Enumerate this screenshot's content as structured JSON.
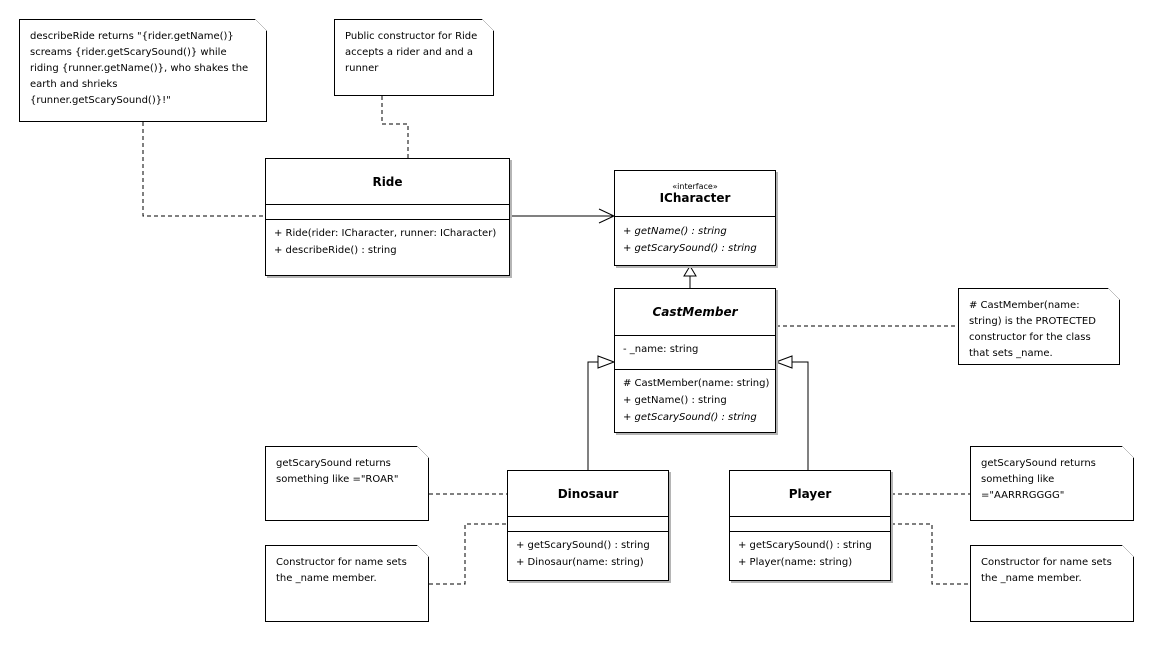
{
  "notes": {
    "describe_ride": "describeRide returns \"{rider.getName()} screams {rider.getScarySound()} while riding {runner.getName()}, who shakes the earth and shrieks {runner.getScarySound()}!\"",
    "ride_constructor": "Public constructor for Ride accepts a rider and and a runner",
    "castmember_constructor": "# CastMember(name: string) is the PROTECTED constructor for the class that sets _name.",
    "dinosaur_sound": "getScarySound returns something like =\"ROAR\"",
    "dinosaur_constructor": "Constructor for name sets the _name member.",
    "player_sound": "getScarySound returns something like =\"AARRRGGGG\"",
    "player_constructor": "Constructor for name sets the _name member."
  },
  "classes": {
    "ride": {
      "name": "Ride",
      "ops": [
        "+ Ride(rider: ICharacter, runner: ICharacter)",
        "+ describeRide() : string"
      ]
    },
    "icharacter": {
      "stereotype": "«interface»",
      "name": "ICharacter",
      "ops": [
        "+ getName() : string",
        "+ getScarySound() : string"
      ]
    },
    "castmember": {
      "name": "CastMember",
      "attrs": [
        "- _name: string"
      ],
      "ops": [
        "# CastMember(name: string)",
        "+ getName() : string",
        "+ getScarySound() : string"
      ]
    },
    "dinosaur": {
      "name": "Dinosaur",
      "ops": [
        "+ getScarySound() : string",
        "+ Dinosaur(name: string)"
      ]
    },
    "player": {
      "name": "Player",
      "ops": [
        "+ getScarySound() : string",
        "+ Player(name: string)"
      ]
    }
  }
}
